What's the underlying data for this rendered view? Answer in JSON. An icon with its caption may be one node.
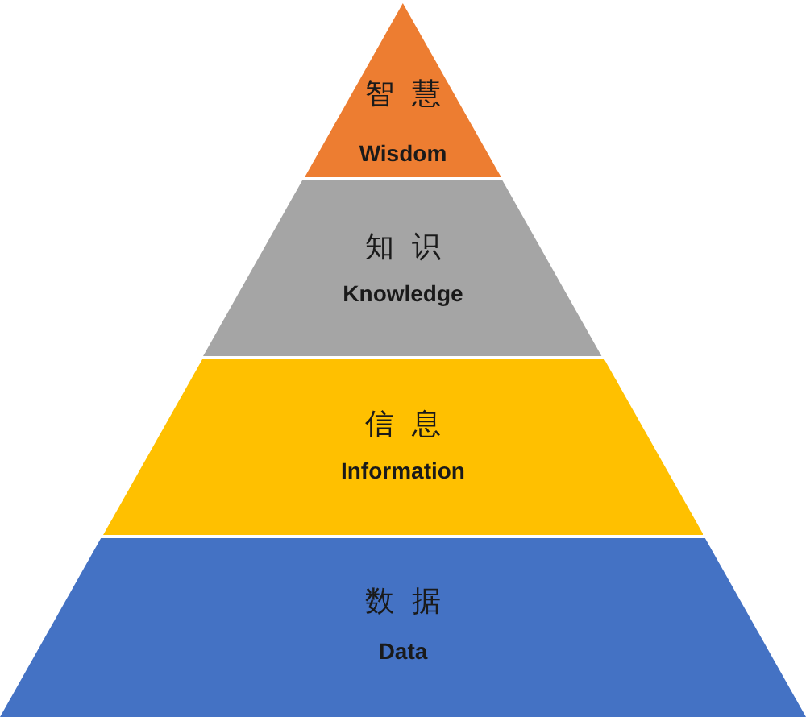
{
  "diagram": {
    "nodes": [
      {
        "text": [
          "智慧",
          "Wisdom"
        ]
      },
      {
        "text": [
          "知识",
          "Knowledge"
        ]
      },
      {
        "text": [
          "信息",
          "Information"
        ]
      },
      {
        "text": [
          "数据",
          "Data"
        ]
      }
    ]
  }
}
